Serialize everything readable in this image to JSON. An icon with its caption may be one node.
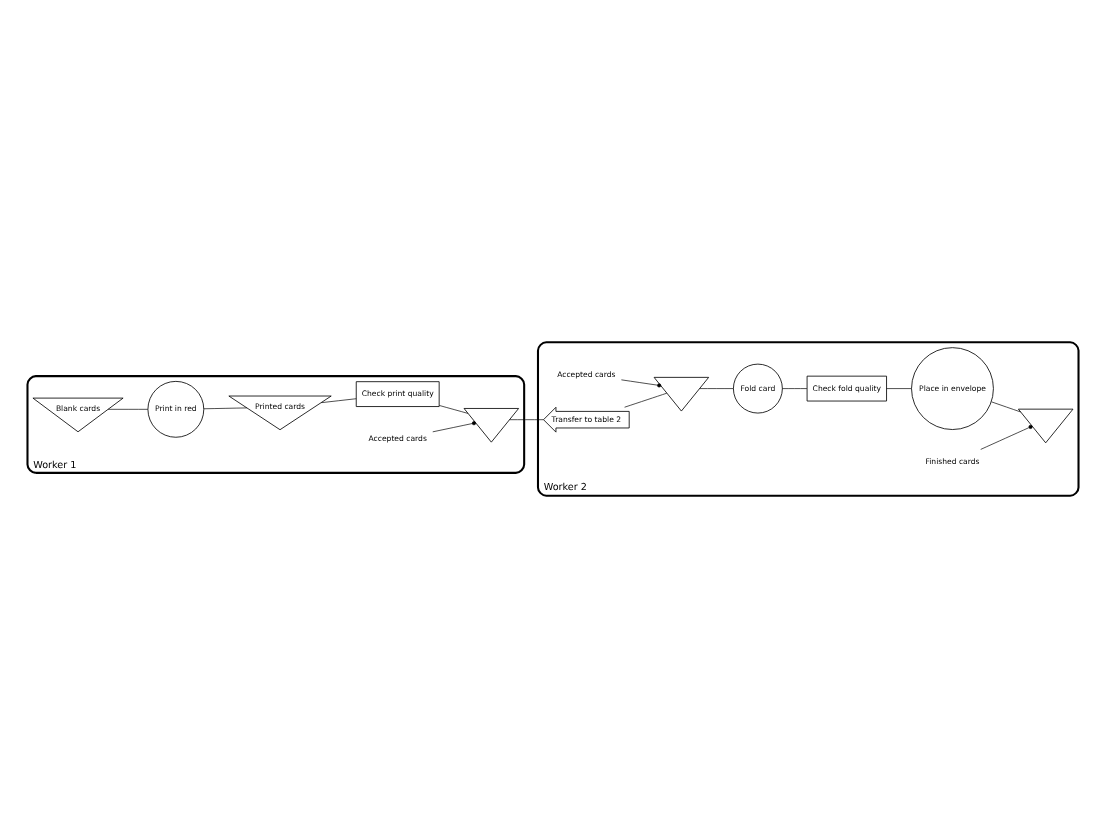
{
  "diagram": {
    "nodes": [
      {
        "text": [
          "Worker 1"
        ]
      },
      {
        "text": [
          "Blank cards"
        ],
        "in": 0
      },
      {
        "text": [
          "Print in red"
        ],
        "in": 0
      },
      {
        "text": [
          "Printed cards"
        ],
        "in": 0
      },
      {
        "text": [
          "Check print quality"
        ],
        "in": 0
      },
      {
        "text": [],
        "shape": "triangle",
        "in": 0
      },
      {
        "text": [
          "Accepted cards"
        ],
        "in": 0
      },
      {
        "text": [
          "Worker 2"
        ]
      },
      {
        "text": [
          "Accepted cards"
        ],
        "in": 7
      },
      {
        "text": [],
        "shape": "triangle",
        "in": 7
      },
      {
        "text": [
          "Transfer to table 2"
        ],
        "in": 7
      },
      {
        "text": [
          "Fold card"
        ],
        "in": 7
      },
      {
        "text": [
          "Check fold quality"
        ],
        "in": 7
      },
      {
        "text": [
          "Place in envelope"
        ],
        "in": 7
      },
      {
        "text": [],
        "shape": "triangle",
        "in": 7
      },
      {
        "text": [
          "Finished cards"
        ],
        "in": 7
      }
    ],
    "edges": [
      {
        "from": 1,
        "to": 2,
        "arrow": "none"
      },
      {
        "from": 2,
        "to": 3,
        "arrow": "none"
      },
      {
        "from": 3,
        "to": 4,
        "arrow": "none"
      },
      {
        "from": 4,
        "to": 5,
        "arrow": "none"
      },
      {
        "from": 6,
        "to": 5,
        "arrow": "other"
      },
      {
        "from": 5,
        "to": 10,
        "arrow": "none"
      },
      {
        "from": 10,
        "to": 9,
        "arrow": "none"
      },
      {
        "from": 8,
        "to": 9,
        "arrow": "other"
      },
      {
        "from": 9,
        "to": 11,
        "arrow": "none"
      },
      {
        "from": 11,
        "to": 12,
        "arrow": "none"
      },
      {
        "from": 12,
        "to": 13,
        "arrow": "none"
      },
      {
        "from": 13,
        "to": 14,
        "arrow": "none"
      },
      {
        "from": 15,
        "to": 14,
        "arrow": "other"
      }
    ]
  }
}
